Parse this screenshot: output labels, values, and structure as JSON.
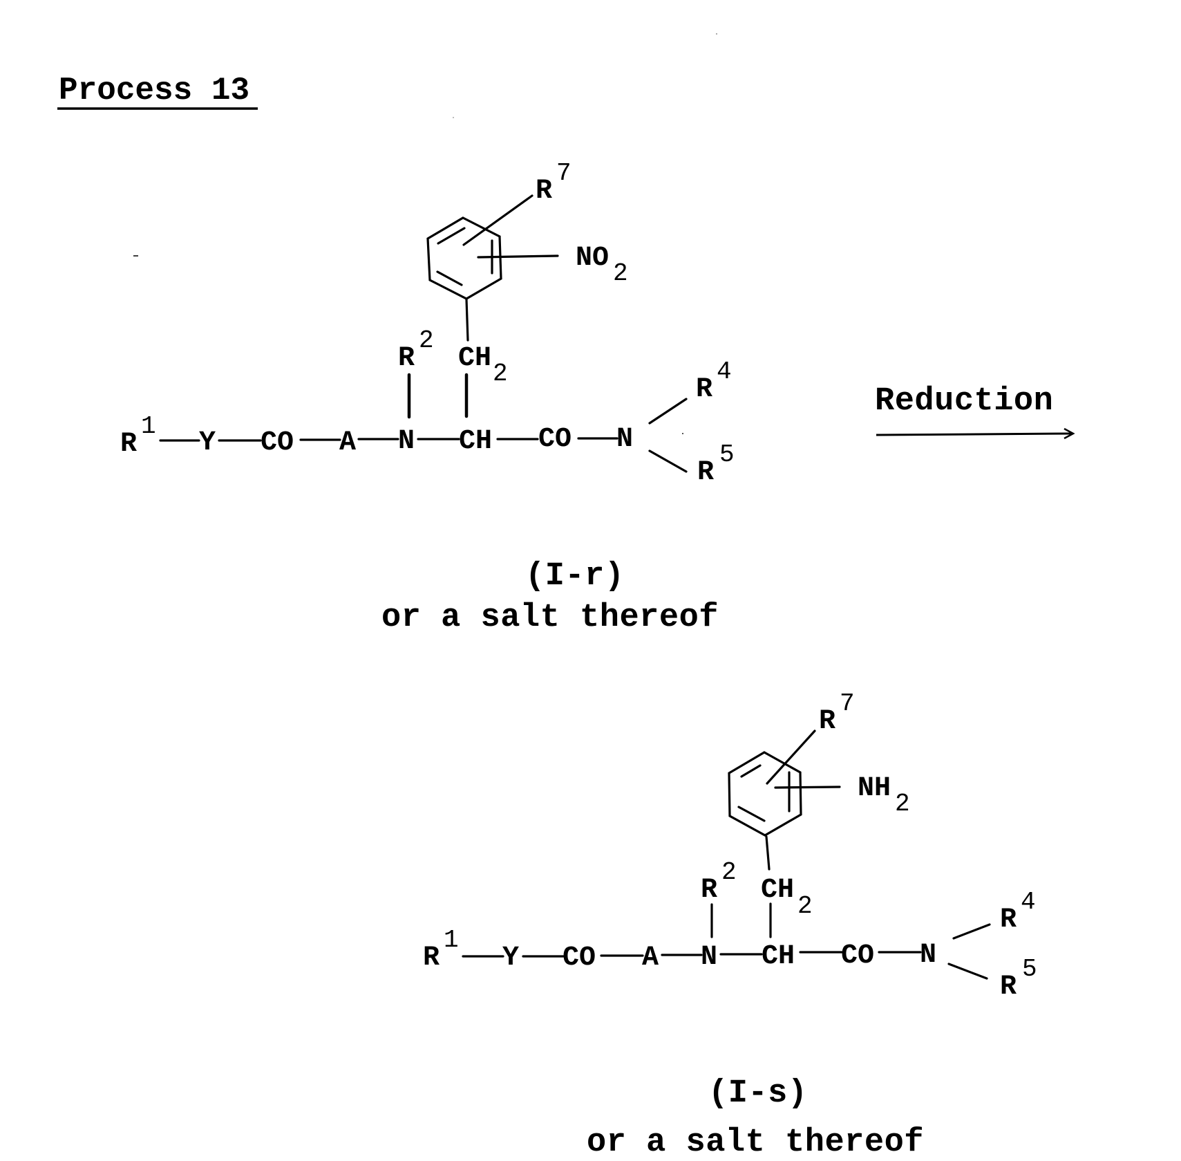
{
  "title": "Process 13",
  "reaction": {
    "reagent_label": "Reduction",
    "arrow": "right"
  },
  "starting_material": {
    "compound_id": "(I-r)",
    "note": "or a salt thereof",
    "chain": [
      "R",
      "Y",
      "CO",
      "A",
      "N",
      "CH",
      "CO",
      "N"
    ],
    "r1": {
      "base": "R",
      "sup": "1"
    },
    "r2": {
      "base": "R",
      "sup": "2"
    },
    "r4": {
      "base": "R",
      "sup": "4"
    },
    "r5": {
      "base": "R",
      "sup": "5"
    },
    "r7": {
      "base": "R",
      "sup": "7"
    },
    "ch2": {
      "base": "CH",
      "sub": "2"
    },
    "ring_substituent": {
      "base": "NO",
      "sub": "2"
    },
    "labels": {
      "Y": "Y",
      "CO1": "CO",
      "A": "A",
      "N1": "N",
      "CH": "CH",
      "CO2": "CO",
      "N2": "N"
    }
  },
  "product": {
    "compound_id": "(I-s)",
    "note": "or a salt thereof",
    "chain": [
      "R",
      "Y",
      "CO",
      "A",
      "N",
      "CH",
      "CO",
      "N"
    ],
    "r1": {
      "base": "R",
      "sup": "1"
    },
    "r2": {
      "base": "R",
      "sup": "2"
    },
    "r4": {
      "base": "R",
      "sup": "4"
    },
    "r5": {
      "base": "R",
      "sup": "5"
    },
    "r7": {
      "base": "R",
      "sup": "7"
    },
    "ch2": {
      "base": "CH",
      "sub": "2"
    },
    "ring_substituent": {
      "base": "NH",
      "sub": "2"
    },
    "labels": {
      "Y": "Y",
      "CO1": "CO",
      "A": "A",
      "N1": "N",
      "CH": "CH",
      "CO2": "CO",
      "N2": "N"
    }
  }
}
